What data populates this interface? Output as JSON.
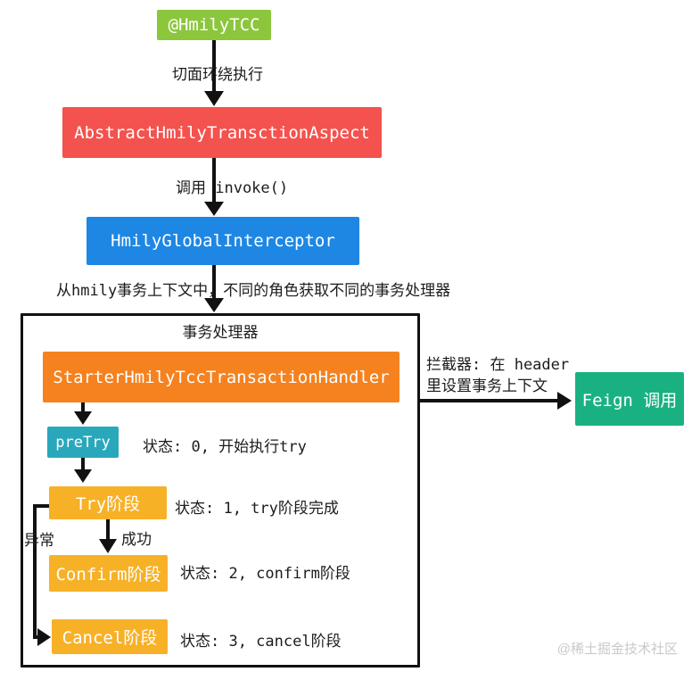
{
  "diagram": {
    "nodes": {
      "hmily_tcc": {
        "label": "@HmilyTCC",
        "bg": "#8cc63c"
      },
      "aspect": {
        "label": "AbstractHmilyTransctionAspect",
        "bg": "#f4524e"
      },
      "interceptor": {
        "label": "HmilyGlobalInterceptor",
        "bg": "#1e87e4"
      },
      "handler": {
        "label": "StarterHmilyTccTransactionHandler",
        "bg": "#f5821f"
      },
      "pre_try": {
        "label": "preTry",
        "bg": "#29a8bc"
      },
      "try_phase": {
        "label": "Try阶段",
        "bg": "#f7b127"
      },
      "confirm_phase": {
        "label": "Confirm阶段",
        "bg": "#f7b127"
      },
      "cancel_phase": {
        "label": "Cancel阶段",
        "bg": "#f7b127"
      },
      "feign": {
        "label": "Feign 调用",
        "bg": "#1ab182"
      }
    },
    "container_title": "事务处理器",
    "edge_labels": {
      "aspect_exec": "切面环绕执行",
      "invoke": "调用 invoke()",
      "context": "从hmily事务上下文中，不同的角色获取不同的事务处理器",
      "success": "成功",
      "exception": "异常",
      "interceptor_note_line1": "拦截器: 在 header",
      "interceptor_note_line2": "里设置事务上下文"
    },
    "status_labels": {
      "status0": "状态: 0, 开始执行try",
      "status1": "状态: 1, try阶段完成",
      "status2": "状态: 2, confirm阶段",
      "status3": "状态: 3, cancel阶段"
    },
    "watermark": "@稀土掘金技术社区",
    "line_color": "#111111"
  }
}
